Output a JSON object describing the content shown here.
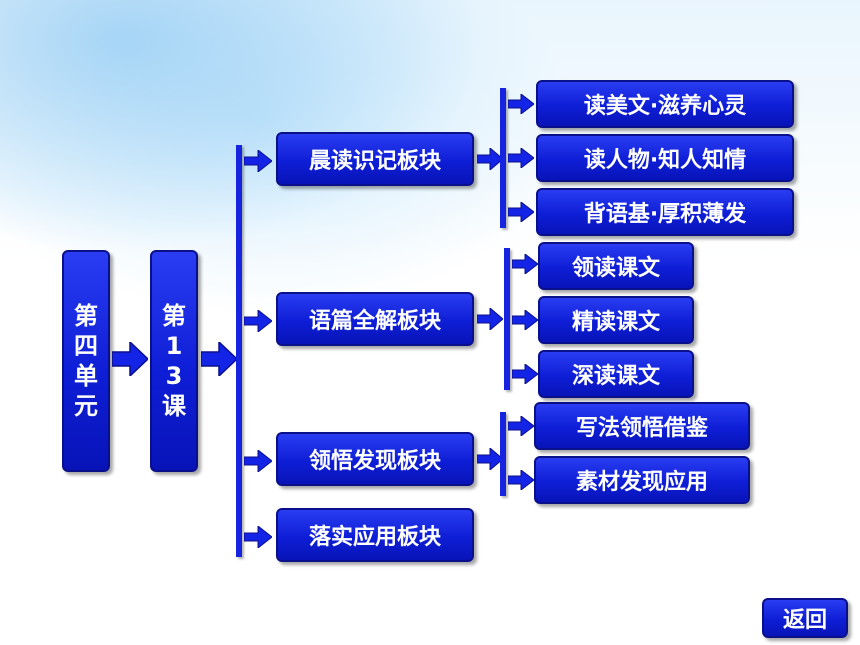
{
  "unit": [
    "第",
    "四",
    "单",
    "元"
  ],
  "lesson": [
    "第",
    "1",
    "3",
    "课"
  ],
  "sections": {
    "s1": "晨读识记板块",
    "s2": "语篇全解板块",
    "s3": "领悟发现板块",
    "s4": "落实应用板块"
  },
  "sub": {
    "s1a": "读美文·滋养心灵",
    "s1b": "读人物·知人知情",
    "s1c": "背语基·厚积薄发",
    "s2a": "领读课文",
    "s2b": "精读课文",
    "s2c": "深读课文",
    "s3a": "写法领悟借鉴",
    "s3b": "素材发现应用"
  },
  "back_label": "返回",
  "colors": {
    "box_fill": "#1424e6",
    "box_border": "#0a0f8a",
    "text": "#ffffff"
  }
}
